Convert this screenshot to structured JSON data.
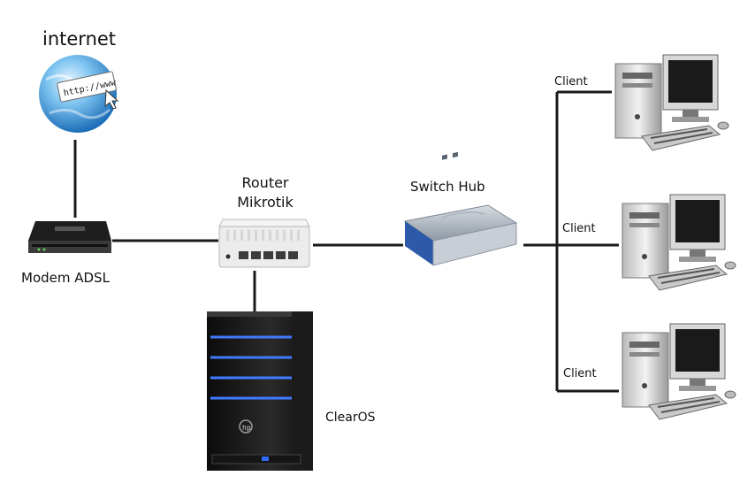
{
  "nodes": {
    "internet": "internet",
    "modem": "Modem ADSL",
    "router": "Router Mikrotik",
    "switch": "Switch Hub",
    "server": "ClearOS",
    "clients": [
      "Client",
      "Client",
      "Client"
    ]
  },
  "globe_text": "http://www",
  "colors": {
    "line": "#1a1a1a",
    "led": "#2f6bff"
  },
  "icons": [
    "globe-icon",
    "modem-icon",
    "router-icon",
    "switch-icon",
    "server-icon",
    "computer-icon"
  ]
}
